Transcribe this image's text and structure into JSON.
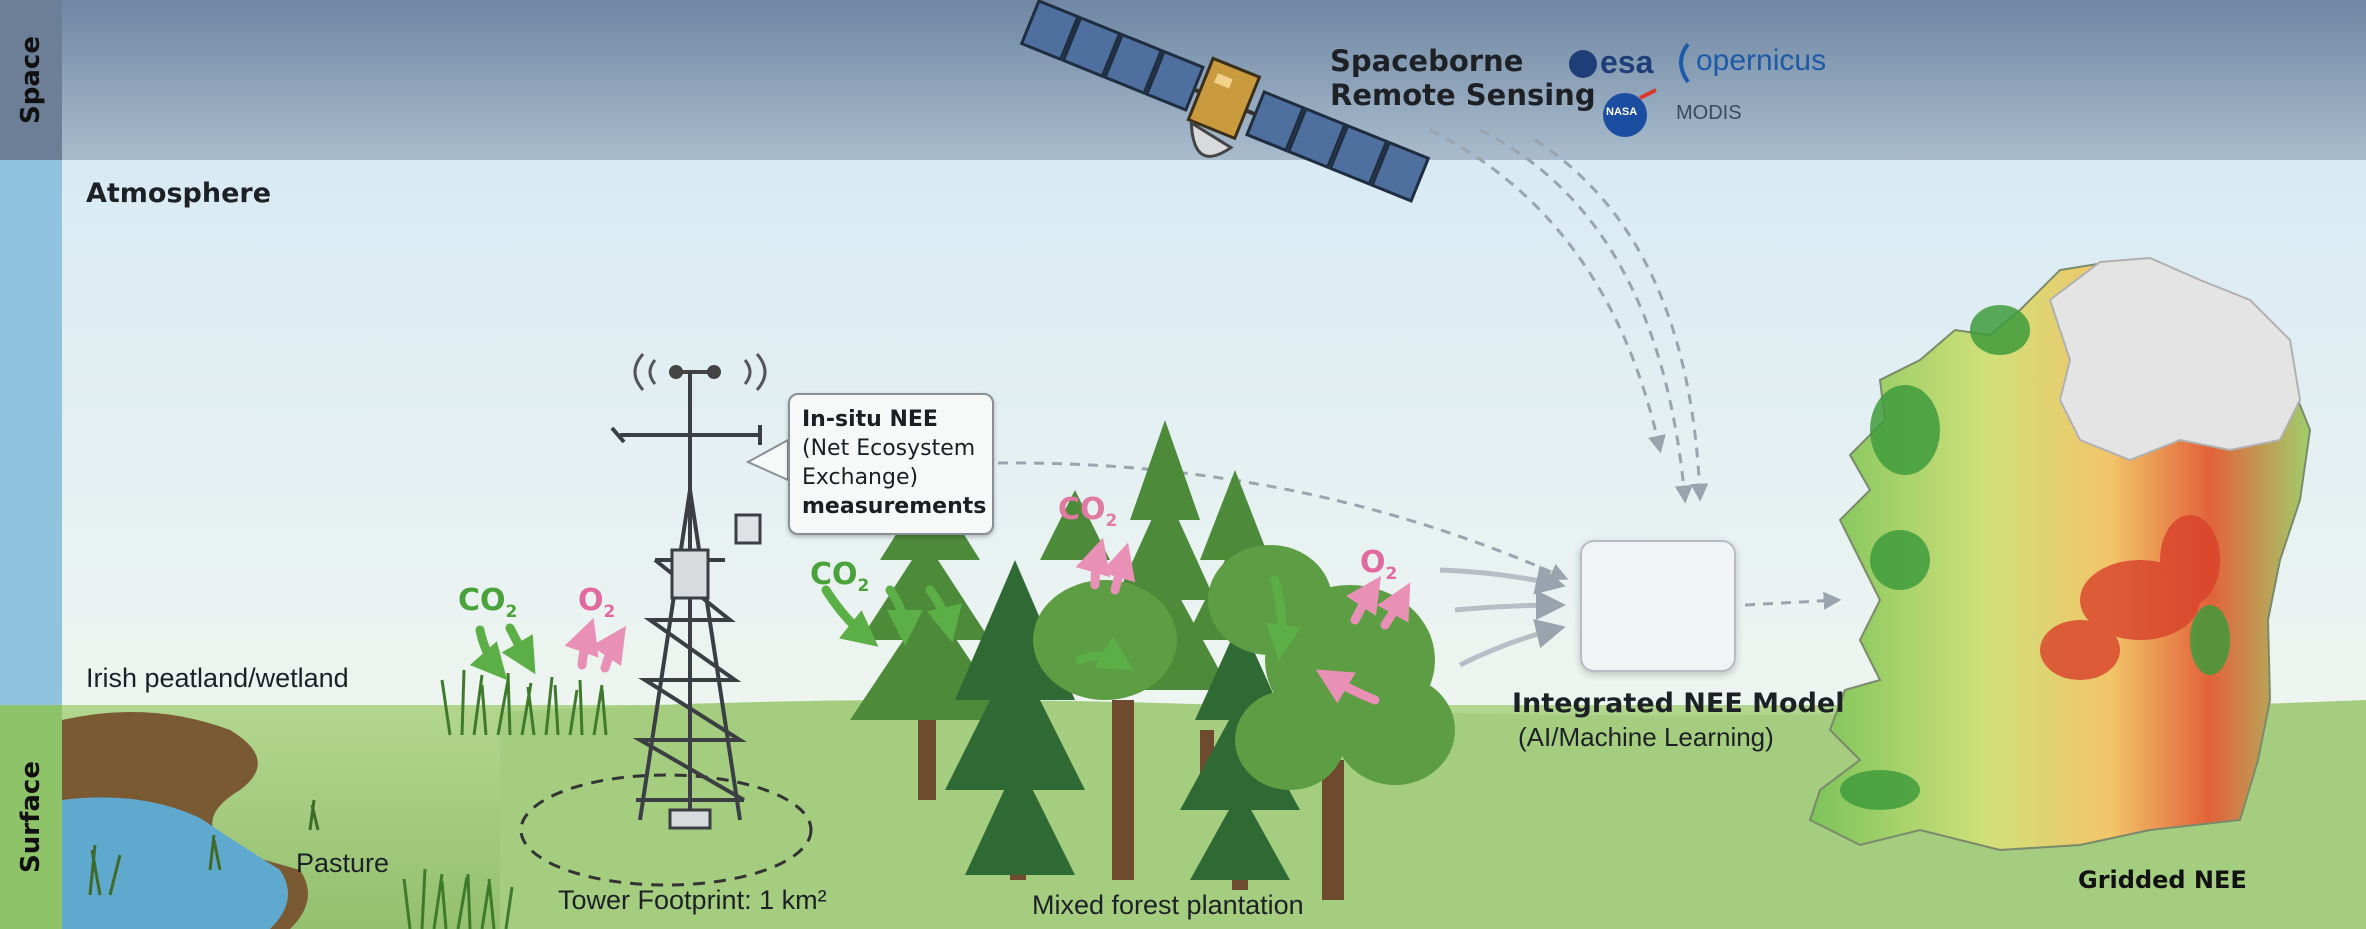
{
  "bands": {
    "space": "Space",
    "atmosphere": "Atmosphere",
    "surface": "Surface"
  },
  "satellite": {
    "label_line1": "Spaceborne",
    "label_line2": "Remote Sensing",
    "logos": {
      "esa": "esa",
      "copernicus": "opernicus",
      "nasa": "NASA",
      "modis": "MODIS"
    }
  },
  "tower": {
    "callout_line1": "In-situ NEE",
    "callout_line2": "(Net Ecosystem",
    "callout_line3": "Exchange)",
    "callout_line4": "measurements",
    "footprint": "Tower Footprint: 1 km²"
  },
  "gases": {
    "co2": "CO",
    "o2": "O",
    "sub2": "2"
  },
  "land": {
    "peatland": "Irish peatland/wetland",
    "pasture": "Pasture",
    "forest": "Mixed forest plantation"
  },
  "model": {
    "title": "Integrated NEE Model",
    "subtitle": "(AI/Machine Learning)"
  },
  "map": {
    "label": "Gridded NEE"
  },
  "colors": {
    "space_band": "#7d93ad",
    "atmosphere": "#e3f0f7",
    "surface": "#a8cf83",
    "co2_arrow": "#5cae46",
    "o2_arrow": "#e890b6",
    "flow_arrow": "#9aa4ae",
    "nee_high": "#d9412a",
    "nee_low": "#3f9b3c"
  }
}
